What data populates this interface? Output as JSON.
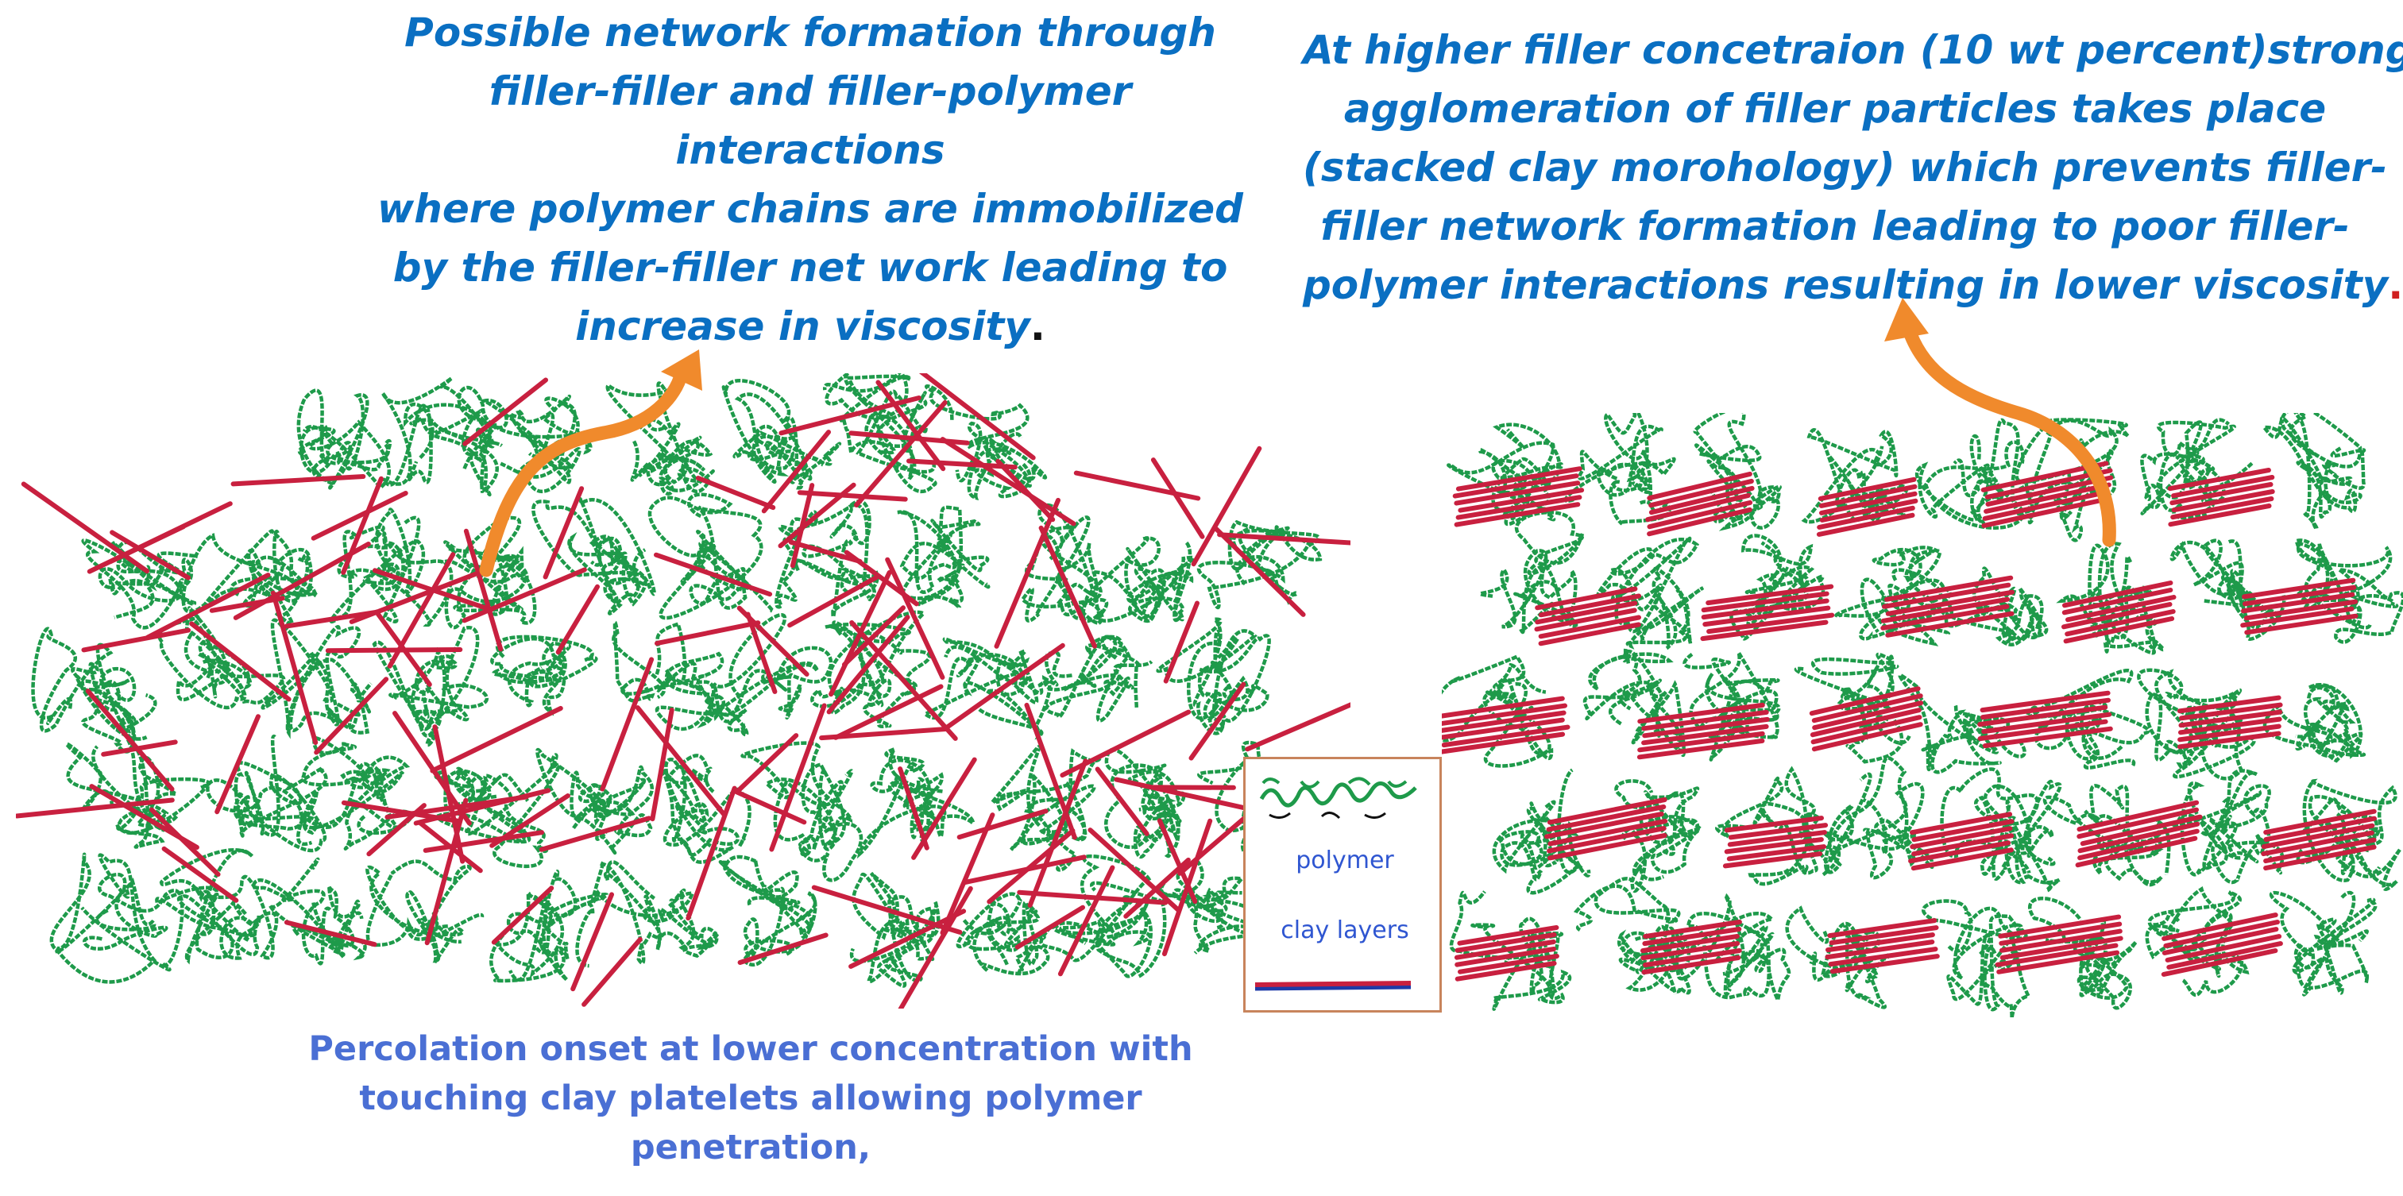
{
  "captions": {
    "left": [
      "Possible network formation through",
      "filler-filler and filler-polymer",
      "interactions",
      "where polymer chains are immobilized",
      "by the filler-filler net work leading to",
      "increase in viscosity"
    ],
    "right": [
      "At higher filler concetraion (10 wt percent)strong",
      "agglomeration of filler particles takes place",
      "(stacked clay morohology) which prevents filler-",
      "filler network formation  leading to poor filler-",
      "polymer interactions resulting in  lower viscosity"
    ],
    "left_end": ".",
    "right_end": ".",
    "bottom": [
      "Percolation onset at lower concentration  with",
      "touching clay platelets allowing polymer",
      "penetration,"
    ]
  },
  "legend": {
    "polymer_label": "polymer",
    "clay_label": "clay layers"
  },
  "colors": {
    "polymer_green": "#1e9a4a",
    "clay_red": "#c8203f",
    "arrow_orange": "#f08a2c",
    "caption_blue": "#0a6fc2",
    "bottom_caption_blue": "#4a6fd4",
    "legend_text_blue": "#2f56d1",
    "legend_border": "#c8845c"
  }
}
